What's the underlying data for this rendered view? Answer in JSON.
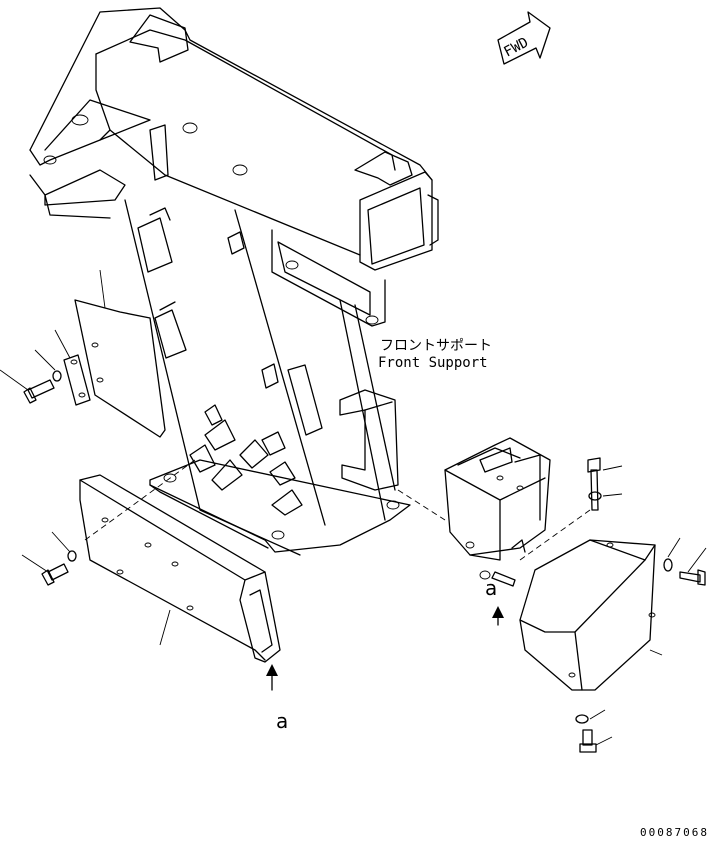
{
  "labels": {
    "part_name_jp": "フロントサポート",
    "part_name_en": "Front Support",
    "fwd": "FWD",
    "callout_a": "a",
    "drawing_number": "00087068"
  }
}
